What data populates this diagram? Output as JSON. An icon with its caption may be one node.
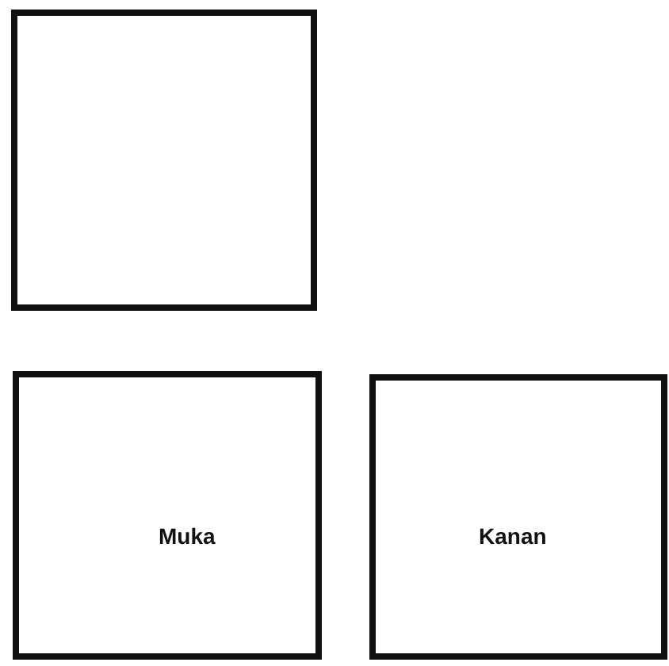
{
  "diagram": {
    "nodes": [
      {
        "text": [],
        "shape": "box"
      },
      {
        "text": [
          "Muka"
        ]
      },
      {
        "text": [
          "Kanan"
        ]
      }
    ]
  }
}
